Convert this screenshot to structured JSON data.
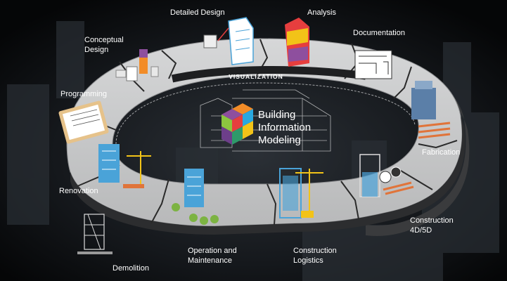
{
  "center": {
    "line1": "Building",
    "line2": "Information",
    "line3": "Modeling"
  },
  "ring": {
    "band_label": "VISUALIZATION"
  },
  "stages": {
    "detailed_design": "Detailed Design",
    "analysis": "Analysis",
    "conceptual_design_1": "Conceptual",
    "conceptual_design_2": "Design",
    "documentation": "Documentation",
    "programming": "Programming",
    "fabrication": "Fabrication",
    "renovation": "Renovation",
    "construction_1": "Construction",
    "construction_2": "4D/5D",
    "operation_1": "Operation and",
    "operation_2": "Maintenance",
    "logistics_1": "Construction",
    "logistics_2": "Logistics",
    "demolition": "Demolition"
  },
  "colors": {
    "ring_top": "#c9cacb",
    "ring_side": "#3a3b3d",
    "background": "#0b0d10",
    "cube_orange": "#f28c28",
    "cube_green": "#8cc63f",
    "cube_blue": "#29a8e0",
    "cube_purple": "#8e4f9e",
    "cube_red": "#e63e3e",
    "building_blue": "#4aa3d8",
    "crane_yellow": "#f2c318",
    "beam_orange": "#e0743a"
  }
}
